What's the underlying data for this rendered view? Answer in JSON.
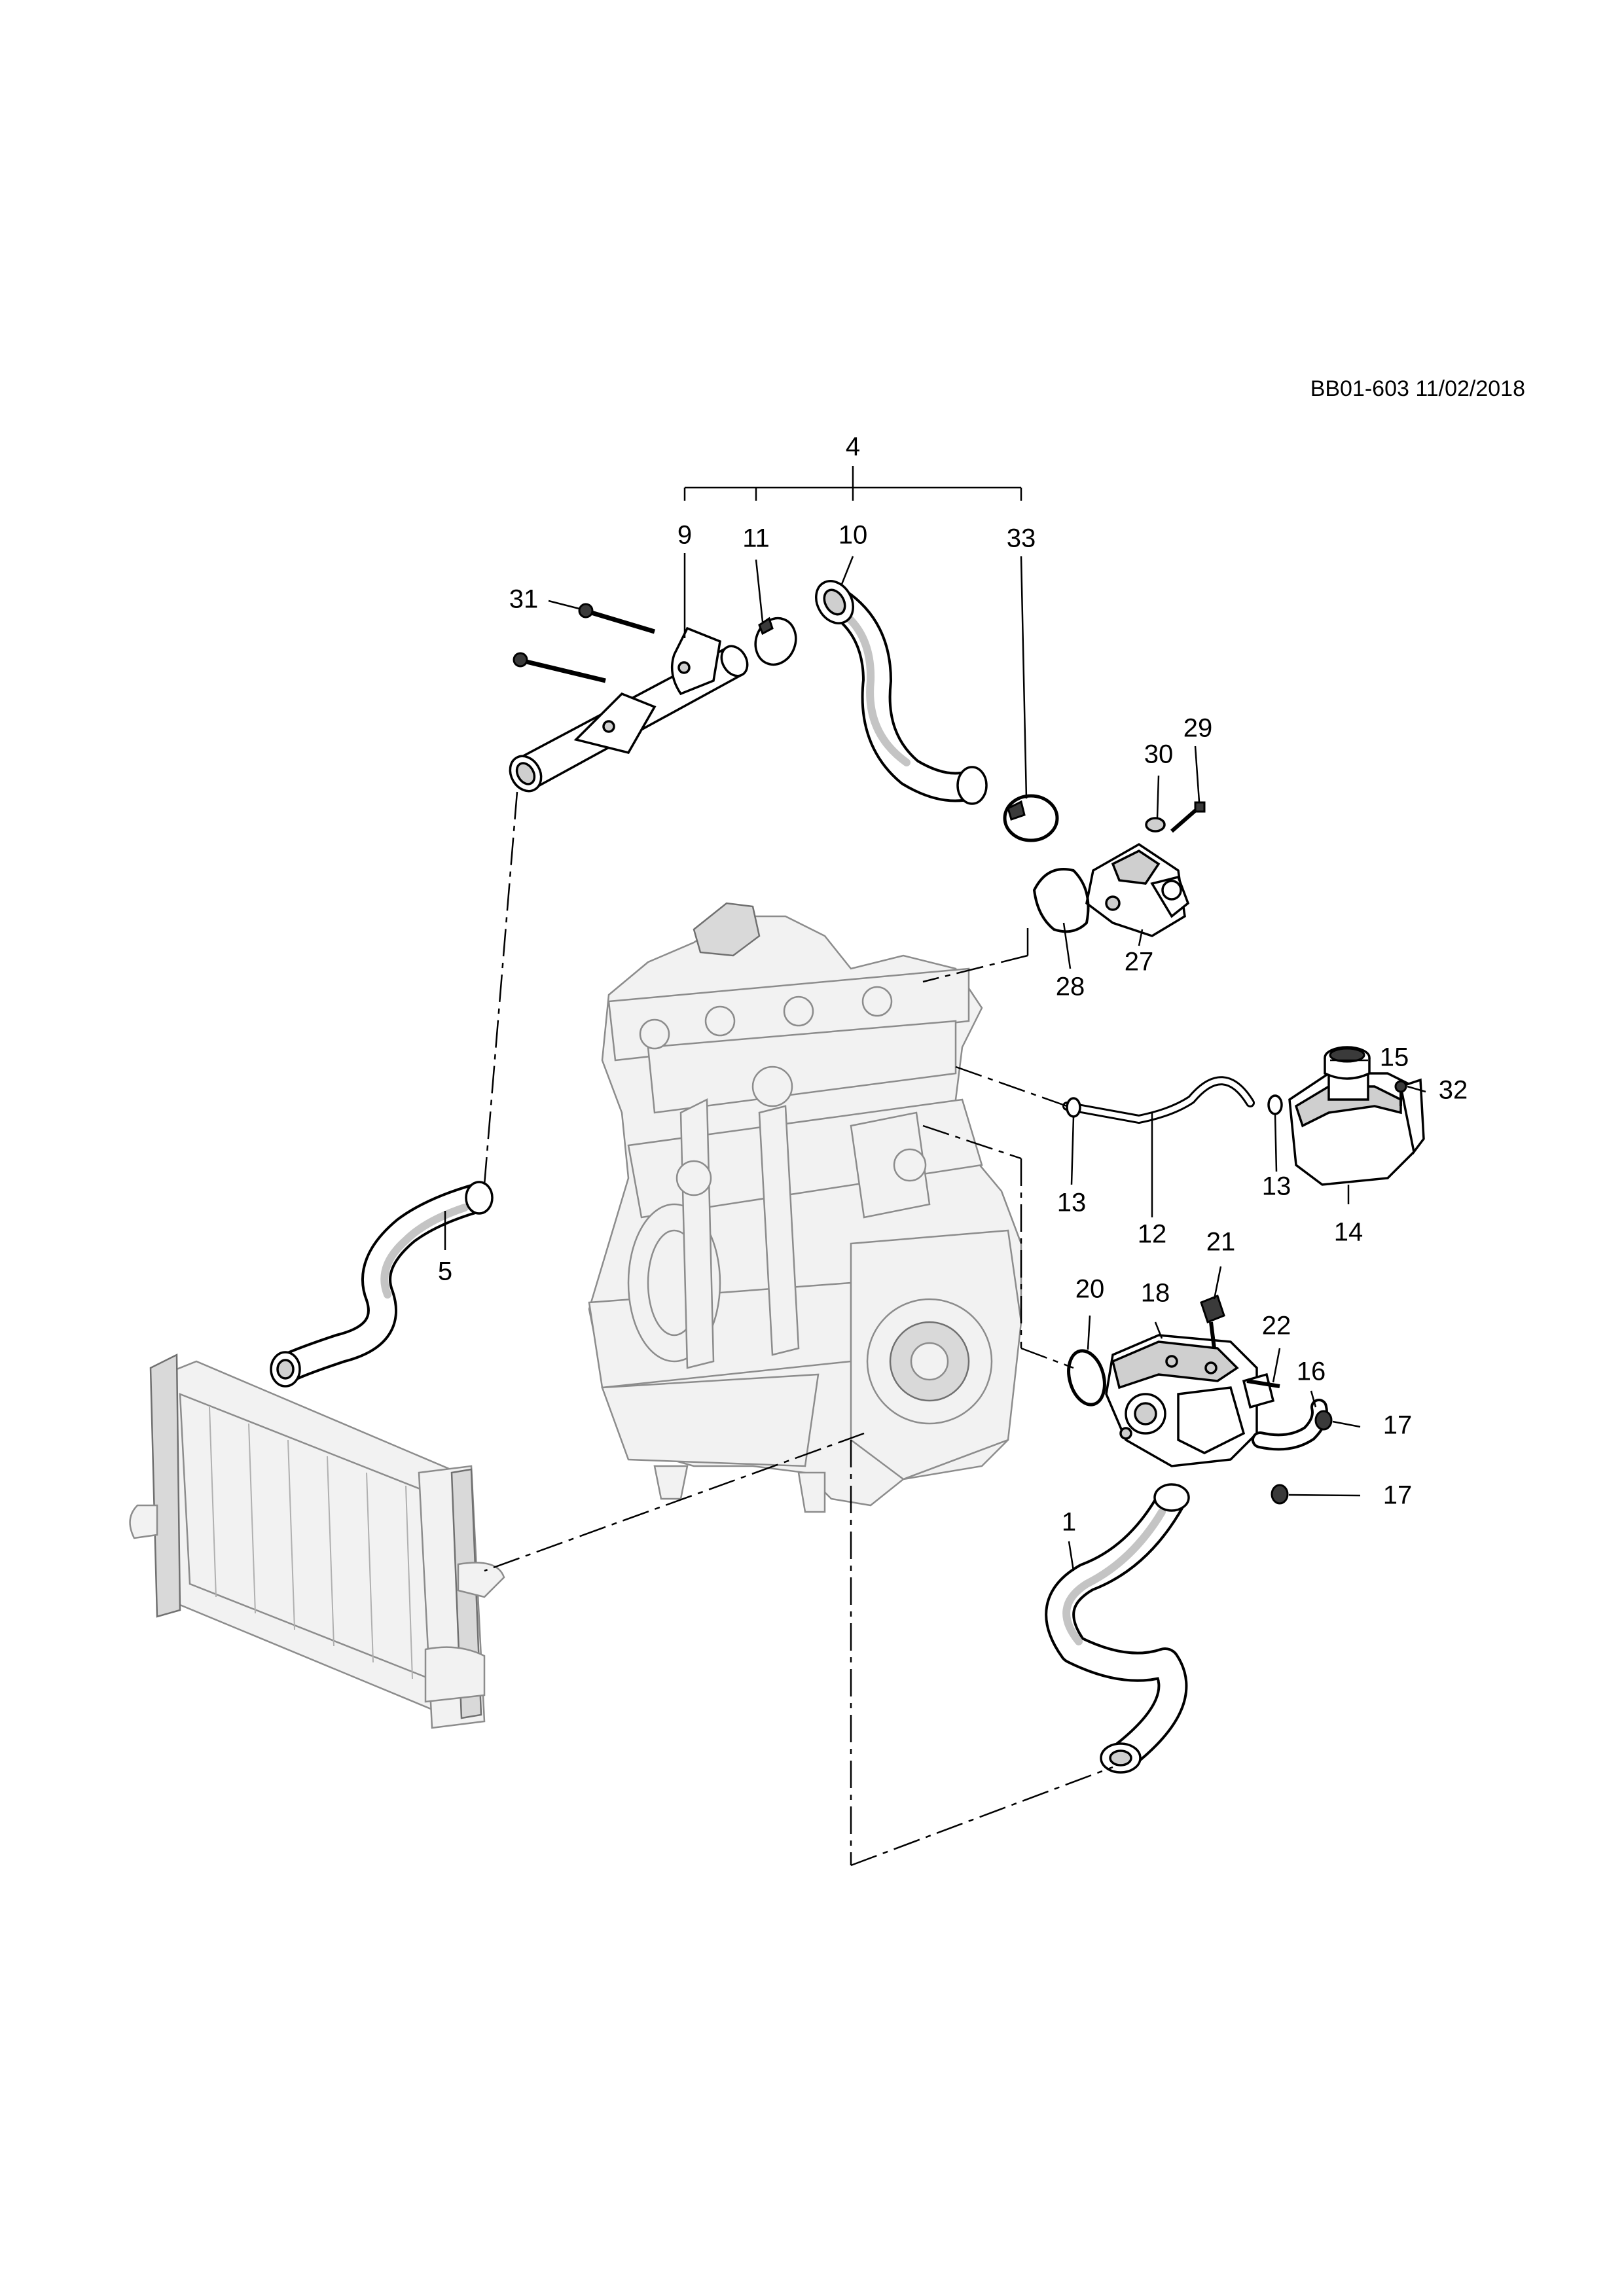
{
  "header": {
    "reference": "BB01-603 11/02/2018"
  },
  "callouts": [
    {
      "id": "c4",
      "text": "4"
    },
    {
      "id": "c9",
      "text": "9"
    },
    {
      "id": "c11",
      "text": "11"
    },
    {
      "id": "c10",
      "text": "10"
    },
    {
      "id": "c33",
      "text": "33"
    },
    {
      "id": "c31",
      "text": "31"
    },
    {
      "id": "c30",
      "text": "30"
    },
    {
      "id": "c29",
      "text": "29"
    },
    {
      "id": "c28",
      "text": "28"
    },
    {
      "id": "c27",
      "text": "27"
    },
    {
      "id": "c15",
      "text": "15"
    },
    {
      "id": "c32",
      "text": "32"
    },
    {
      "id": "c13a",
      "text": "13"
    },
    {
      "id": "c13b",
      "text": "13"
    },
    {
      "id": "c14",
      "text": "14"
    },
    {
      "id": "c12",
      "text": "12"
    },
    {
      "id": "c5",
      "text": "5"
    },
    {
      "id": "c21",
      "text": "21"
    },
    {
      "id": "c20",
      "text": "20"
    },
    {
      "id": "c18",
      "text": "18"
    },
    {
      "id": "c22",
      "text": "22"
    },
    {
      "id": "c16",
      "text": "16"
    },
    {
      "id": "c17a",
      "text": "17"
    },
    {
      "id": "c17b",
      "text": "17"
    },
    {
      "id": "c1",
      "text": "1"
    }
  ],
  "colors": {
    "ink": "#000000",
    "ghost_fill": "#f2f2f2",
    "ghost_line": "#8c8c8c"
  }
}
